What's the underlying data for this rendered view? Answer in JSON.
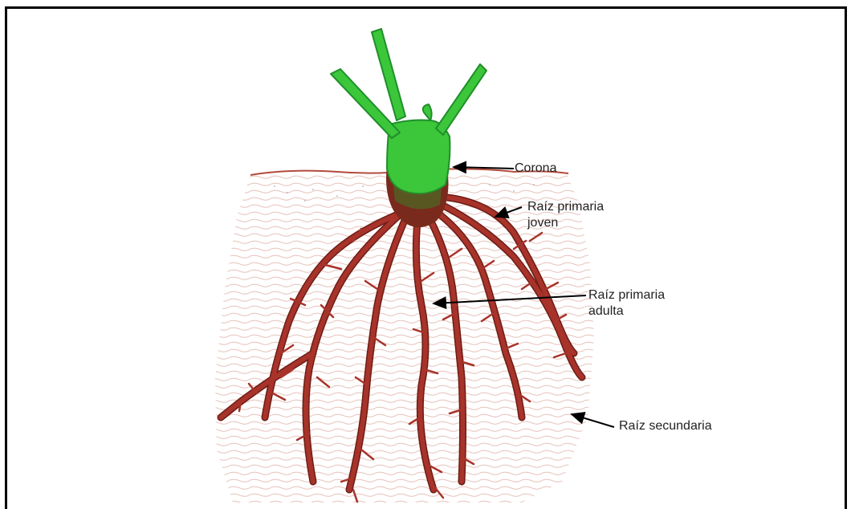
{
  "labels": {
    "crown": "Corona",
    "young_root_line1": "Raíz primaria",
    "young_root_line2": "joven",
    "adult_root_line1": "Raíz primaria",
    "adult_root_line2": "adulta",
    "secondary_root": "Raíz secundaria"
  },
  "colors": {
    "leaf": "#3cc63a",
    "leaf_dark": "#1f8f2a",
    "root": "#a8332a",
    "root_dark": "#6b1d16",
    "soil_line": "#b44a3c",
    "soil_hatch": "#d9a9a0",
    "arrow": "#000000"
  }
}
